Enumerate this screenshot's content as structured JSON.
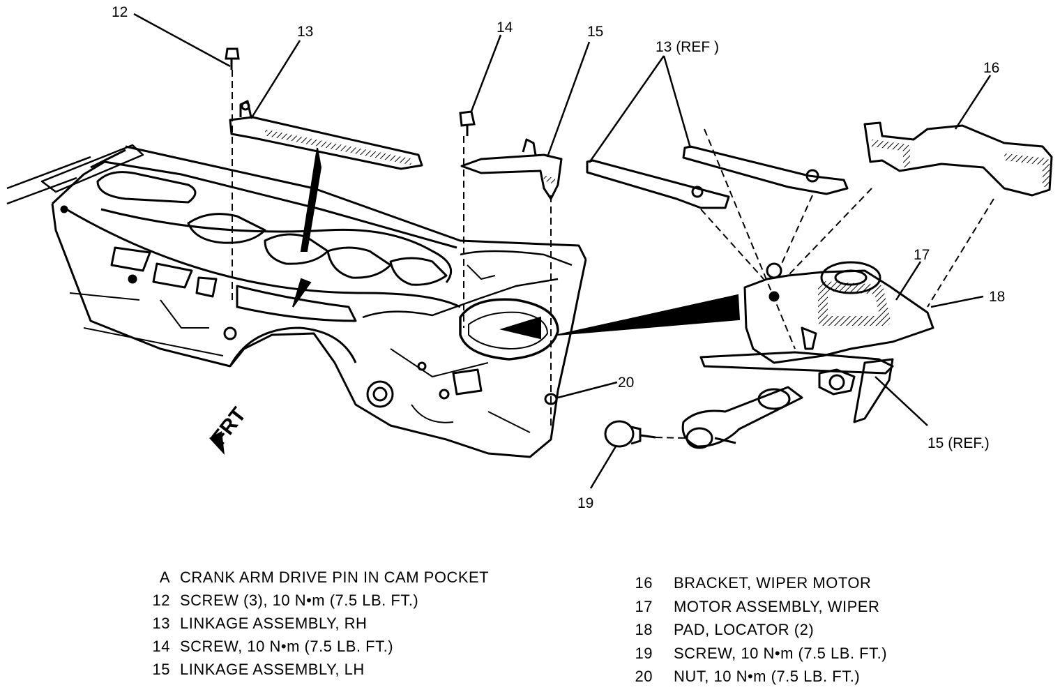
{
  "callouts": {
    "c12": "12",
    "c13": "13",
    "c14": "14",
    "c15": "15",
    "c13ref": "13 (REF )",
    "c16": "16",
    "c17": "17",
    "c18": "18",
    "c15ref": "15 (REF.)",
    "c19": "19",
    "c20": "20",
    "frt": "FRT"
  },
  "legend_left": [
    {
      "key": "A",
      "desc": "CRANK ARM DRIVE PIN IN CAM POCKET"
    },
    {
      "key": "12",
      "desc": "SCREW (3), 10 N•m (7.5 LB. FT.)"
    },
    {
      "key": "13",
      "desc": "LINKAGE ASSEMBLY, RH"
    },
    {
      "key": "14",
      "desc": "SCREW, 10 N•m (7.5 LB. FT.)"
    },
    {
      "key": "15",
      "desc": "LINKAGE ASSEMBLY, LH"
    }
  ],
  "legend_right": [
    {
      "key": "16",
      "desc": "BRACKET, WIPER MOTOR"
    },
    {
      "key": "17",
      "desc": "MOTOR ASSEMBLY, WIPER"
    },
    {
      "key": "18",
      "desc": "PAD, LOCATOR (2)"
    },
    {
      "key": "19",
      "desc": "SCREW, 10 N•m (7.5 LB. FT.)"
    },
    {
      "key": "20",
      "desc": "NUT, 10 N•m (7.5 LB. FT.)"
    }
  ]
}
